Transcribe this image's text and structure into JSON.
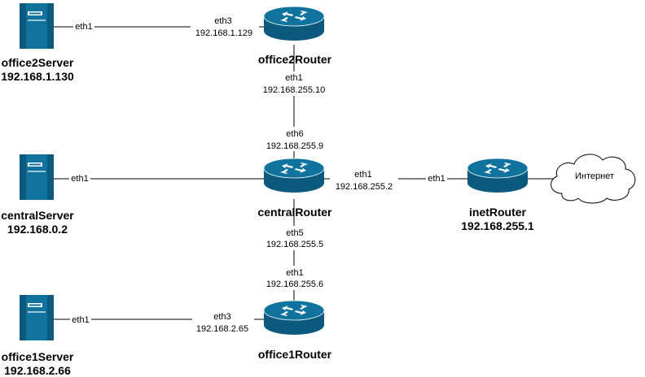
{
  "colors": {
    "device": "#10739e",
    "device_dark": "#0b5a7d",
    "line": "#000000",
    "cloud_fill": "#ffffff"
  },
  "icons": {
    "server": "server-icon",
    "router": "router-icon",
    "cloud": "cloud-icon"
  },
  "devices": {
    "office2Server": {
      "name": "office2Server",
      "ip": "192.168.1.130"
    },
    "office2Router": {
      "name": "office2Router"
    },
    "centralServer": {
      "name": "centralServer",
      "ip": "192.168.0.2"
    },
    "centralRouter": {
      "name": "centralRouter"
    },
    "inetRouter": {
      "name": "inetRouter",
      "ip": "192.168.255.1"
    },
    "office1Server": {
      "name": "office1Server",
      "ip": "192.168.2.66"
    },
    "office1Router": {
      "name": "office1Router"
    },
    "internet": {
      "label": "Интернет"
    }
  },
  "links": {
    "office2": {
      "server_if": "eth1",
      "router_if": "eth3",
      "router_ip": "192.168.1.129"
    },
    "office2_central": {
      "upper_if": "eth1",
      "upper_ip": "192.168.255.10",
      "lower_if": "eth6",
      "lower_ip": "192.168.255.9"
    },
    "central": {
      "server_if": "eth1"
    },
    "central_inet": {
      "central_if": "eth1",
      "central_ip": "192.168.255.2",
      "inet_if": "eth1"
    },
    "central_office1": {
      "upper_if": "eth5",
      "upper_ip": "192.168.255.5",
      "lower_if": "eth1",
      "lower_ip": "192.168.255.6"
    },
    "office1": {
      "server_if": "eth1",
      "router_if": "eth3",
      "router_ip": "192.168.2.65"
    }
  }
}
